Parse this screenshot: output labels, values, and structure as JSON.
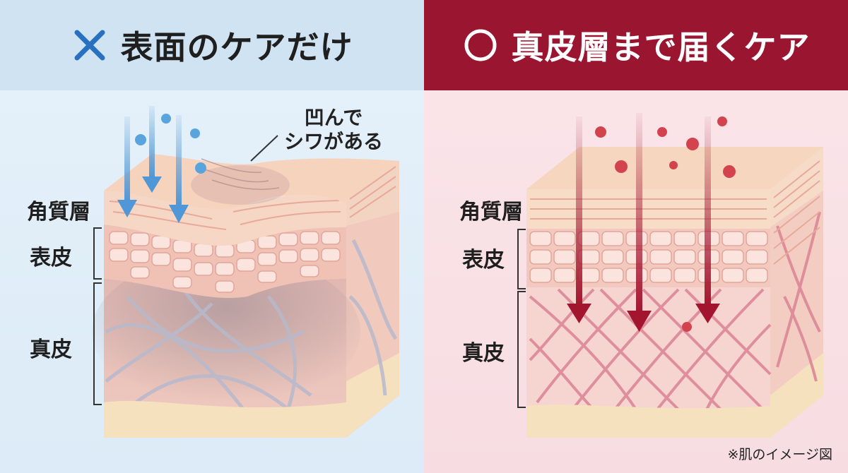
{
  "left": {
    "header": "表面のケアだけ",
    "mark_icon": "cross-icon",
    "callout": [
      "凹んで",
      "シワがある"
    ],
    "labels": {
      "stratum_corneum": "角質層",
      "epidermis": "表皮",
      "dermis": "真皮"
    }
  },
  "right": {
    "header": "真皮層まで届くケア",
    "mark_icon": "circle-icon",
    "labels": {
      "stratum_corneum": "角質層",
      "epidermis": "表皮",
      "dermis": "真皮"
    }
  },
  "footnote": "※肌のイメージ図",
  "colors": {
    "left_header_bg": "#cfe3f2",
    "right_header_bg": "#9a1530",
    "blue_arrow": "#4f97d6",
    "red_arrow": "#a3152f",
    "cross": "#2a6fc0"
  }
}
